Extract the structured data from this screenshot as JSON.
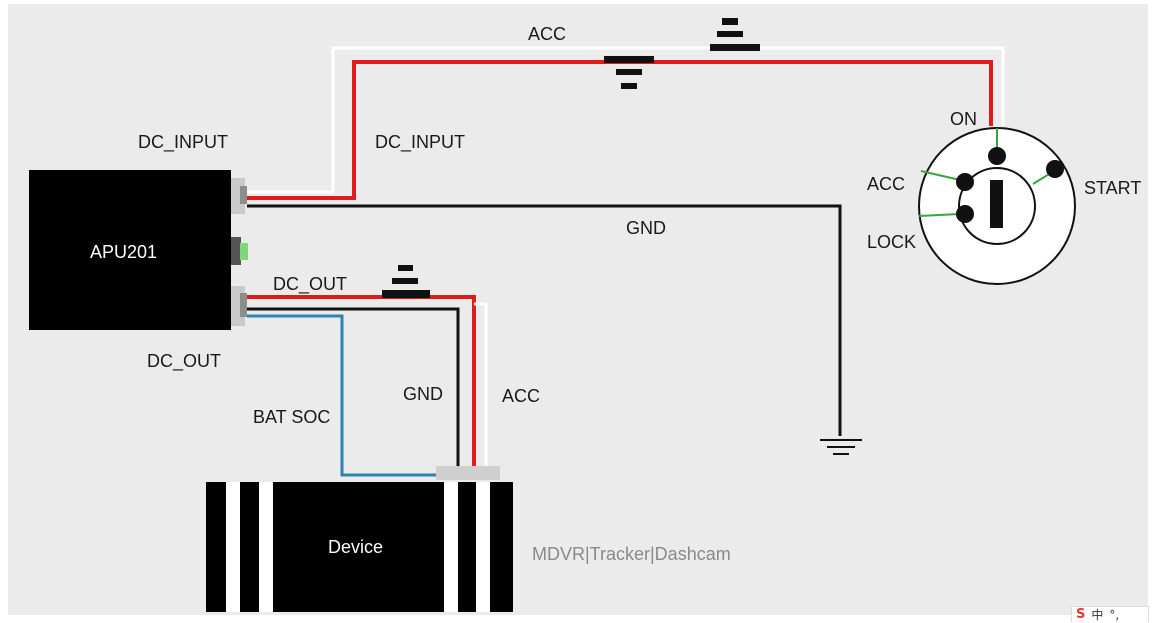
{
  "diagram": {
    "colors": {
      "background": "#ebebeb",
      "power_wire": "#e01b1b",
      "ground_wire": "#111111",
      "signal_wire": "#2f82b3",
      "switch_contact_line": "#3aa53a",
      "module_fill": "#000000",
      "port_fill": "#b3b3b3",
      "indicator_green": "#7cd67c"
    },
    "nodes": {
      "apu": {
        "label": "APU201"
      },
      "device": {
        "label": "Device"
      },
      "device_caption": "MDVR|Tracker|Dashcam",
      "ignition_switch": {
        "positions": [
          "ON",
          "ACC",
          "LOCK",
          "START"
        ]
      },
      "ground_symbol": {
        "icon": "ground-icon"
      }
    },
    "labels": {
      "dc_input_port": "DC_INPUT",
      "dc_input_wire": "DC_INPUT",
      "dc_out_wire": "DC_OUT",
      "dc_out_port": "DC_OUT",
      "acc_top": "ACC",
      "gnd_main": "GND",
      "gnd_device": "GND",
      "acc_device": "ACC",
      "bat_soc": "BAT SOC"
    },
    "fuses": [
      {
        "icon": "fuse-icon",
        "location": "acc-line"
      },
      {
        "icon": "fuse-icon",
        "location": "acc-line-end"
      },
      {
        "icon": "fuse-icon",
        "location": "dc-out-line"
      }
    ]
  },
  "ime_indicator": {
    "logo": "S",
    "text": "中",
    "extra": "°,"
  }
}
